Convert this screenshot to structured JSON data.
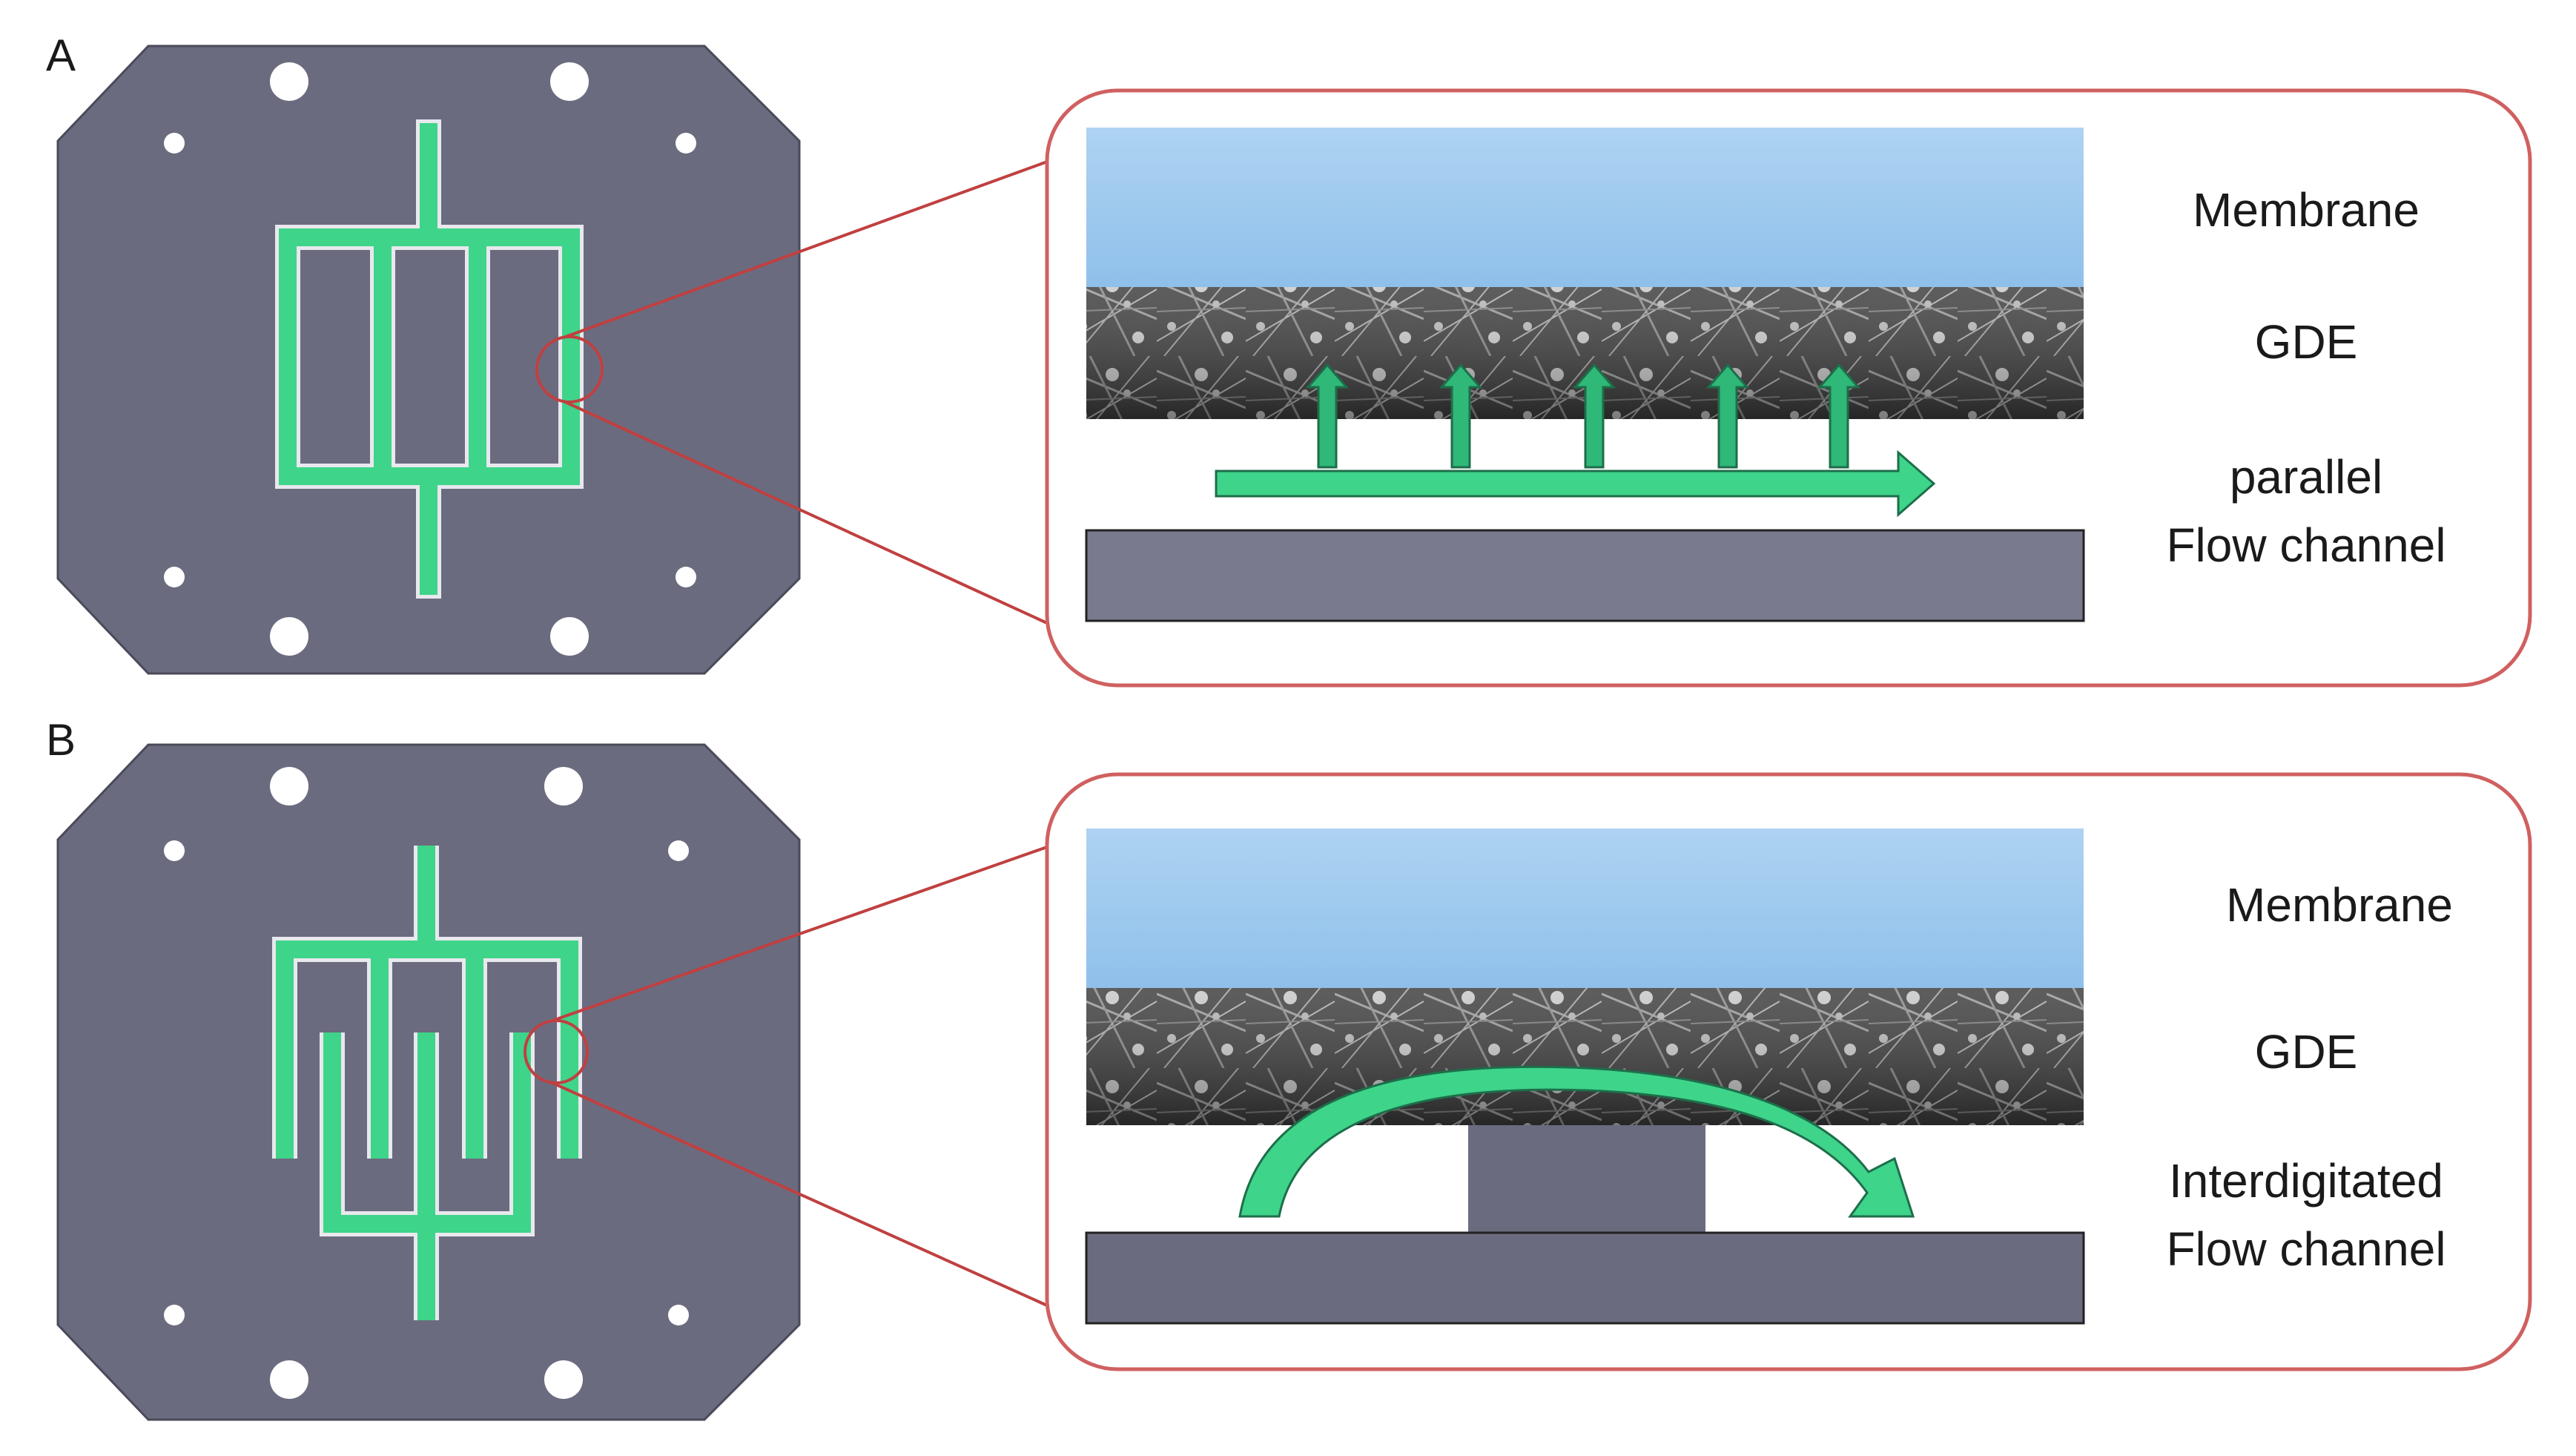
{
  "colors": {
    "plate": "#6b6b80",
    "channel_green": "#3ed489",
    "arrow_green": "#2fb877",
    "membrane_blue": "#9fcaee",
    "gde_dark": "#3a3a3a",
    "callout_red": "#d04848"
  },
  "panels": [
    {
      "id": "A",
      "letter": "A",
      "layers": {
        "membrane": "Membrane",
        "gde": "GDE",
        "flow_line1": "parallel",
        "flow_line2": "Flow channel"
      }
    },
    {
      "id": "B",
      "letter": "B",
      "layers": {
        "membrane": "Membrane",
        "gde": "GDE",
        "flow_line1": "Interdigitated",
        "flow_line2": "Flow channel"
      }
    }
  ]
}
